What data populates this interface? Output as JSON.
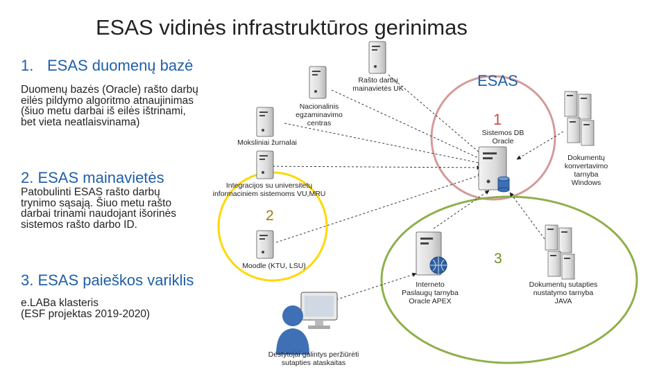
{
  "title": "ESAS vidinės infrastruktūros gerinimas",
  "sections": [
    {
      "number": "1.",
      "heading": "ESAS duomenų bazė",
      "body": "Duomenų bazės (Oracle) rašto darbų\neilės pildymo algoritmo atnaujinimas\n(šiuo metu darbai iš eilės ištrinami,\nbet vieta neatlaisvinama)"
    },
    {
      "heading": "2. ESAS mainavietės",
      "body": "Patobulinti ESAS rašto darbų\ntrynimo sąsają. Šiuo metu rašto\ndarbai trinami naudojant išorinės\nsistemos rašto darbo ID."
    },
    {
      "heading": "3. ESAS paieškos variklis",
      "body": "e.LABa klasteris\n(ESF projektas 2019-2020)"
    }
  ],
  "diagram": {
    "esas_label": "ESAS",
    "ring_numbers": [
      "1",
      "2",
      "3"
    ],
    "nodes": {
      "rasto_darbu": "Rašto darbų\nmainavietės UK",
      "nacionalinis": "Nacionalinis\negzaminavimo\ncentras",
      "moksliniai": "Moksliniai žurnalai",
      "integracijos": "Integracijos su universitetų\ninformaciniem sistemoms VU,MRU",
      "moodle": "Moodle (KTU, LSU)",
      "sistemos_db": "Sistemos DB\nOracle",
      "dokumentu_konvertavimo": "Dokumentų\nkonvertavimo\ntarnyba\nWindows",
      "interneto": "Interneto\nPaslaugų tarnyba\nOracle APEX",
      "dokumentu_sutapties": "Dokumentų sutapties\nnustatymo tarnyba\nJAVA",
      "destytojai": "Dėstytojai galintys peržiūrėti\nsutapties ataskaitas"
    }
  },
  "colors": {
    "heading_blue": "#1f5fa8",
    "ring_red": "#d49a9a",
    "ring_yellow": "#ffd700",
    "ring_green": "#8db04a",
    "number_red": "#c0504d"
  }
}
